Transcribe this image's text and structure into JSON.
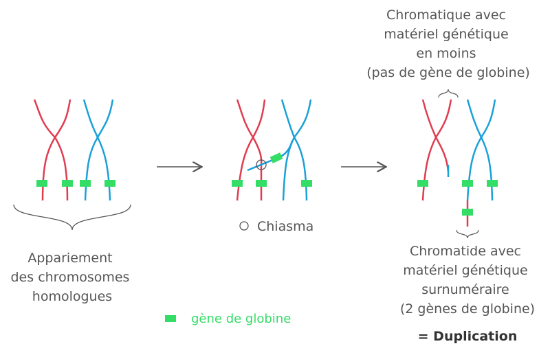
{
  "labels": {
    "pairing": [
      "Appariement",
      "des chromosomes",
      "homologues"
    ],
    "chiasma": "Chiasma",
    "top_chromatid": [
      "Chromatique avec",
      "matériel génétique",
      "en moins",
      "(pas de gène de globine)"
    ],
    "bottom_chromatid": [
      "Chromatide avec",
      "matériel génétique",
      "surnuméraire",
      "(2 gènes de globine)"
    ],
    "conclusion": "= Duplication",
    "legend_gene": "gène de globine"
  },
  "colors": {
    "maternal": "#e03c50",
    "paternal": "#1aa0d8",
    "gene": "#33dd66",
    "arrow": "#555555",
    "text": "#555555"
  }
}
